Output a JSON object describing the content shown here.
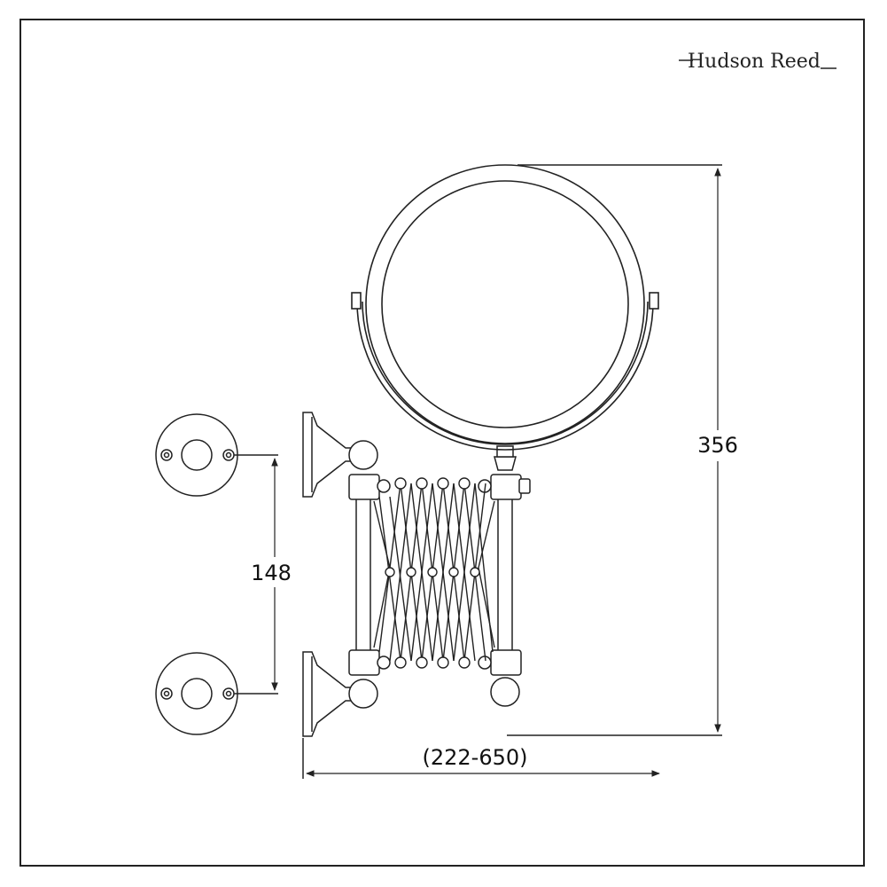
{
  "brand": {
    "name": "Hudson Reed"
  },
  "dimensions": {
    "mirror_height": "356",
    "backplate_spacing": "148",
    "arm_extension": "(222-650)"
  },
  "colors": {
    "line": "#222222",
    "background": "#ffffff"
  }
}
